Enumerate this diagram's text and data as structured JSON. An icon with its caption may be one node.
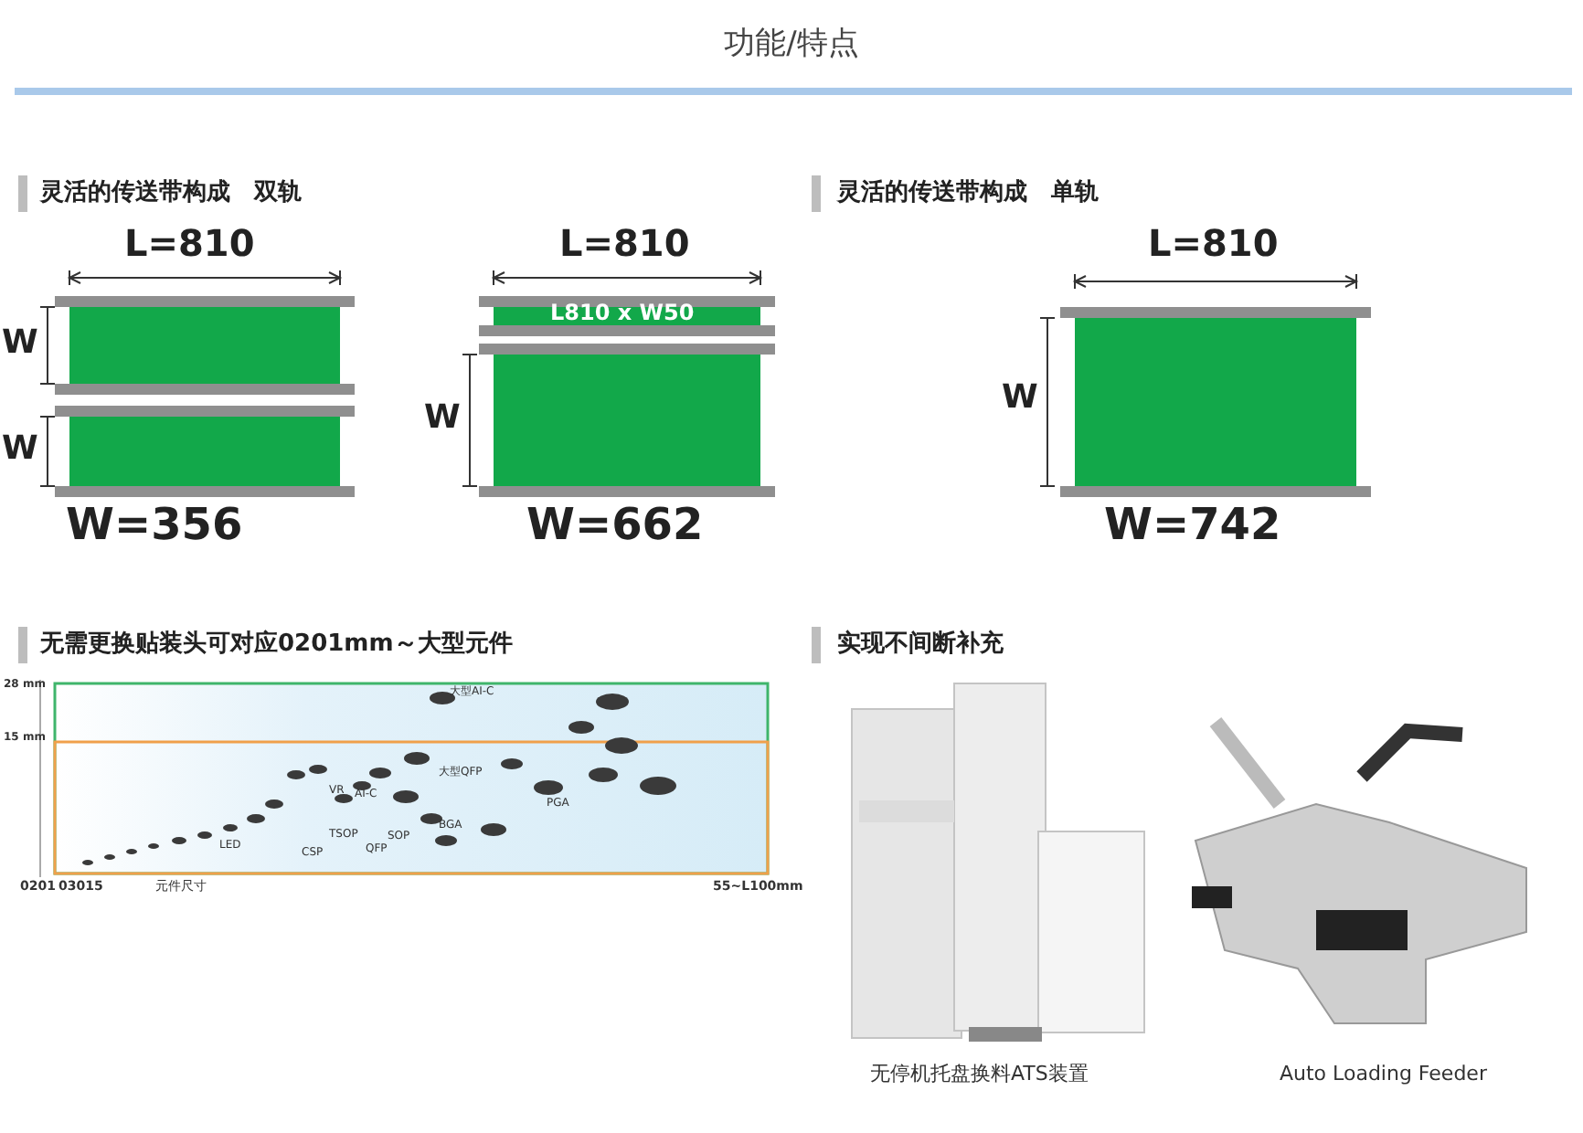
{
  "diagram": {
    "title": "功能/特点",
    "labels": [
      "灵活的传送带构成　双轨",
      "L=810",
      "W",
      "W",
      "W=356",
      "L=810",
      "L810 x W50",
      "W",
      "W=662",
      "灵活的传送带构成　单轨",
      "L=810",
      "W",
      "W=742",
      "无需更换贴装头可对应0201mm～大型元件",
      "28 mm",
      "15 mm",
      "大型AI-C",
      "VR",
      "AI-C",
      "大型QFP",
      "PGA",
      "LED",
      "TSOP",
      "SOP",
      "CSP",
      "QFP",
      "BGA",
      "0201",
      "03015",
      "元件尺寸",
      "55~L100mm",
      "实现不间断补充",
      "无停机托盘换料ATS装置",
      "Auto Loading Feeder"
    ]
  }
}
